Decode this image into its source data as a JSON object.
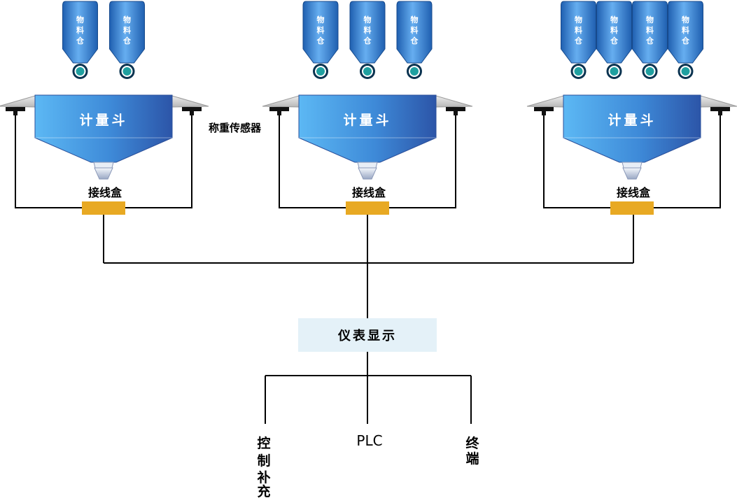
{
  "colors": {
    "silo_dark": "#1f5fb0",
    "silo_light": "#66aef0",
    "hopper_dark": "#2c55a8",
    "hopper_light": "#5cb8f4",
    "junction_box": "#e8a923",
    "display_bg": "#e4f1f8",
    "outlet_ring": "#0a3350",
    "outlet_core": "#1fa0a0",
    "wing_gray": "#d4d4d4"
  },
  "units": [
    {
      "silo_label_lines": [
        "物",
        "料",
        "仓"
      ],
      "silo_count": 2,
      "hopper_label": "计量斗",
      "junction_label": "接线盒"
    },
    {
      "silo_label_lines": [
        "物",
        "料",
        "仓"
      ],
      "silo_count": 3,
      "hopper_label": "计量斗",
      "junction_label": "接线盒"
    },
    {
      "silo_label_lines": [
        "物",
        "料",
        "仓"
      ],
      "silo_count": 4,
      "hopper_label": "计量斗",
      "junction_label": "接线盒"
    }
  ],
  "sensor_label": "称重传感器",
  "display_label": "仪表显示",
  "outputs": [
    {
      "label_lines": [
        "控",
        "制",
        "补",
        "充"
      ]
    },
    {
      "label": "PLC"
    },
    {
      "label_lines": [
        "终",
        "端"
      ]
    }
  ]
}
